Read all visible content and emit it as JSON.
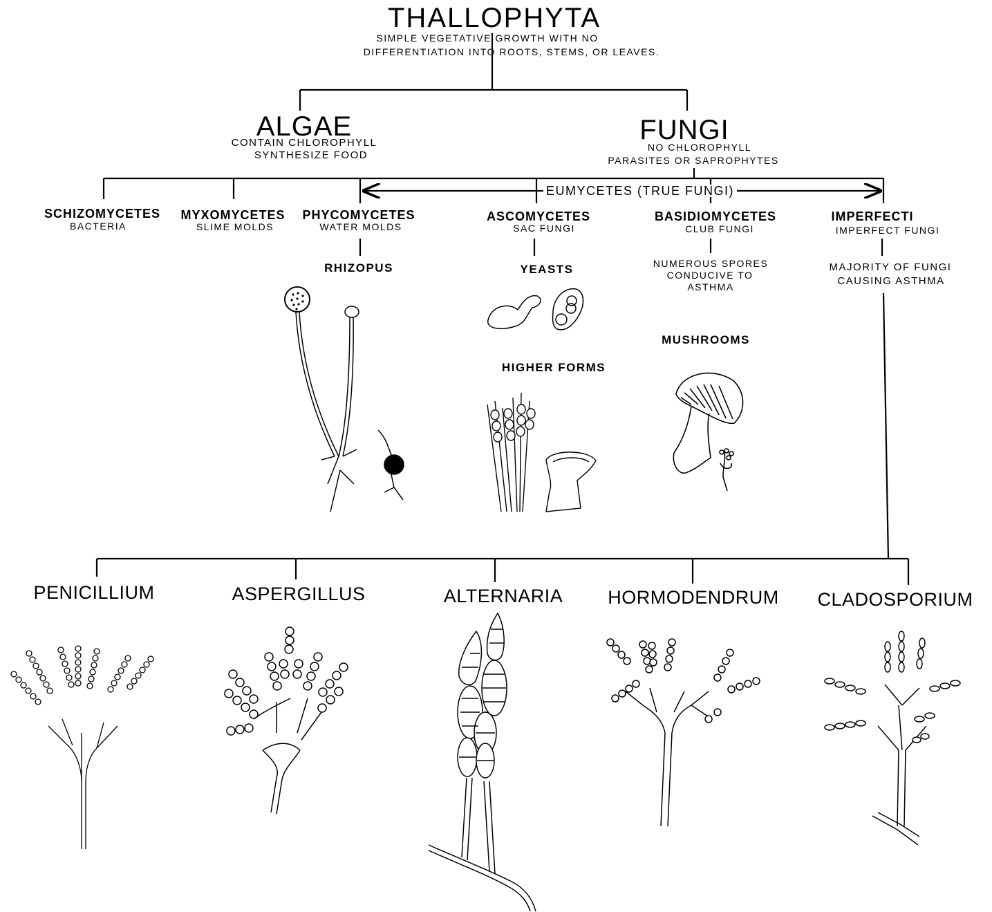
{
  "root": {
    "title": "THALLOPHYTA",
    "desc_line1": "SIMPLE VEGETATIVE GROWTH WITH NO",
    "desc_line2": "DIFFERENTIATION INTO ROOTS, STEMS, OR LEAVES."
  },
  "algae": {
    "title": "ALGAE",
    "line1": "CONTAIN CHLOROPHYLL",
    "line2": "SYNTHESIZE FOOD"
  },
  "fungi": {
    "title": "FUNGI",
    "line1": "NO CHLOROPHYLL",
    "line2": "PARASITES OR SAPROPHYTES"
  },
  "eumycetes": "EUMYCETES (TRUE FUNGI)",
  "classes": [
    {
      "name": "SCHIZOMYCETES",
      "sub": "BACTERIA"
    },
    {
      "name": "MYXOMYCETES",
      "sub": "SLIME MOLDS"
    },
    {
      "name": "PHYCOMYCETES",
      "sub": "WATER MOLDS"
    },
    {
      "name": "ASCOMYCETES",
      "sub": "SAC FUNGI"
    },
    {
      "name": "BASIDIOMYCETES",
      "sub": "CLUB FUNGI"
    },
    {
      "name": "IMPERFECTI",
      "sub": "IMPERFECT FUNGI"
    }
  ],
  "examples": {
    "rhizopus": "RHIZOPUS",
    "yeasts": "YEASTS",
    "higher_forms": "HIGHER FORMS",
    "mushrooms": "MUSHROOMS"
  },
  "notes": {
    "basidio_line1": "NUMEROUS SPORES",
    "basidio_line2": "CONDUCIVE TO",
    "basidio_line3": "ASTHMA",
    "imperfecti_line1": "MAJORITY OF FUNGI",
    "imperfecti_line2": "CAUSING ASTHMA"
  },
  "genera": [
    {
      "name": "PENICILLIUM"
    },
    {
      "name": "ASPERGILLUS"
    },
    {
      "name": "ALTERNARIA"
    },
    {
      "name": "HORMODENDRUM"
    },
    {
      "name": "CLADOSPORIUM"
    }
  ]
}
